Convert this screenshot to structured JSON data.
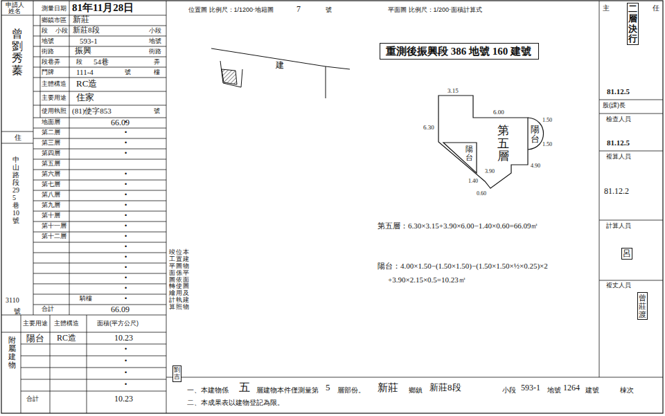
{
  "diagram": {
    "nodes": [
      {
        "text": [
          "重測後振興段 386 地號 160 建號"
        ]
      }
    ],
    "labels": [
      "申請人",
      "姓名",
      "曾劉秀蓁",
      "住",
      "中山路段295巷10號",
      "3110",
      "號",
      "測量日期",
      "81年11月28日",
      "鄉鎮市區",
      "新莊",
      "段",
      "小段",
      "新莊8段",
      "小段",
      "地號",
      "593-1",
      "地號",
      "街路",
      "振興",
      "街路",
      "段巷弄",
      "段",
      "54巷",
      "弄",
      "門牌",
      "111-4",
      "號",
      "樓",
      "主體構造",
      "RC造",
      "主要用途",
      "住家",
      "使用執照",
      "(81)使字853",
      "號",
      "地面層",
      "第二層",
      "第三層",
      "第四層",
      "第五層",
      "第六層",
      "第七層",
      "第八層",
      "第九層",
      "第十層",
      "第十一層",
      "第十二層",
      "•",
      "•",
      "•",
      "•",
      "66.09",
      "•",
      "•",
      "•",
      "•",
      "•",
      "•",
      "•",
      "•",
      "•",
      "•",
      "•",
      "•",
      "騎樓",
      "•",
      "合計",
      "66.09",
      "附屬建物",
      "主要用途",
      "主體構造",
      "面積(平方公尺)",
      "陽台",
      "RC造",
      "10.23",
      "•",
      "•",
      "•",
      "•",
      "合計",
      "10.23",
      "位置圖 比例尺：1/1200‧地籍圖",
      "7",
      "號",
      "平面圖 比例尺：1/200‧面積計算式",
      "建",
      "本建物平面圖及建物",
      "位置圖係依使用執照",
      "竣工平面圖轉繪計算",
      "劉吉",
      "3.15",
      "6.00",
      "6.30",
      "第五層",
      "陽台",
      "1.50",
      "1.50",
      "陽台",
      "3.90",
      "4.90",
      "1.40",
      "0.60",
      "第五層：6.30×3.15+3.90×6.00−1.40×0.60=66.09㎡",
      "陽台：4.00×1.50−(1.50×1.50)−(1.50×1.50×½×0.25)×2",
      "+3.90×2.15×0.5=10.23㎡",
      "一、本建物係",
      "五",
      "層建物本件僅測量第",
      "5",
      "層部份。",
      "新莊",
      "鄉鎮",
      "新莊8段",
      "小段",
      "593-1",
      "地號",
      "1264",
      "建號",
      "棟次",
      "二、本成果表以建物登記為限。",
      "主",
      "任",
      "二層決行",
      "81.12.5",
      "股(課)長",
      "檢查人員",
      "81.12.5",
      "複算人員",
      "81.12.2",
      "計算人員",
      "呂",
      "複丈人員",
      "曾莊渡"
    ]
  }
}
